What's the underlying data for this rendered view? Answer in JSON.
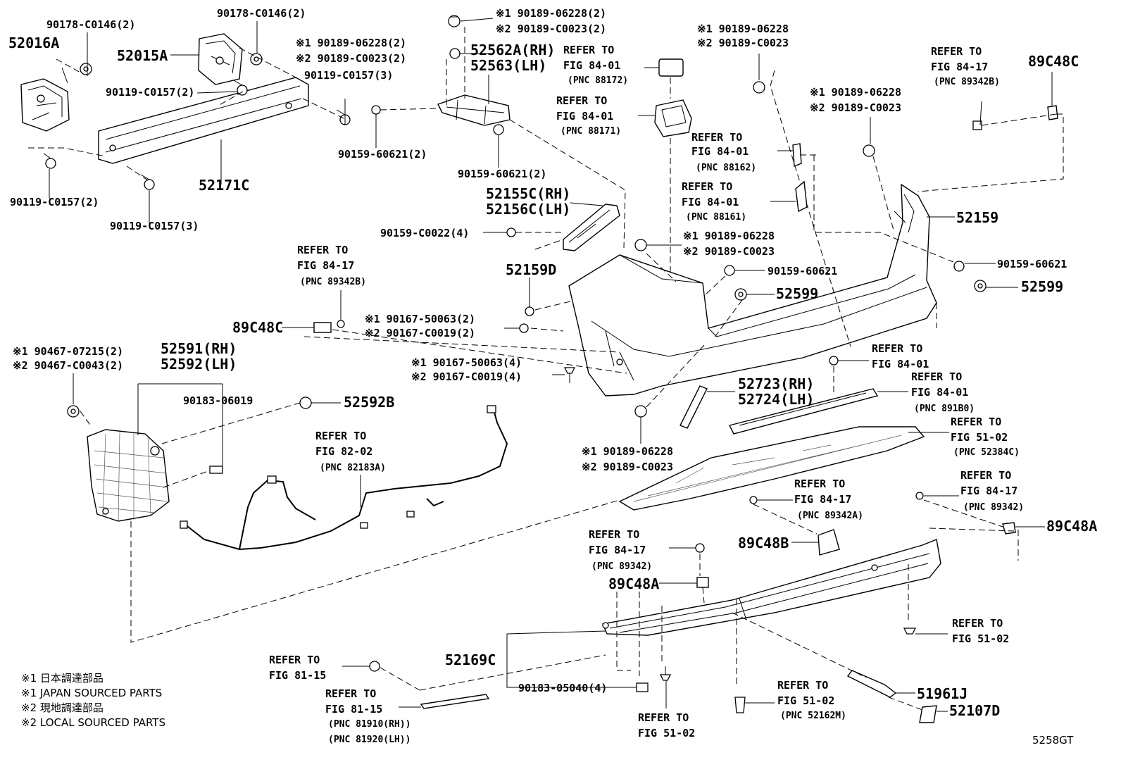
{
  "diagram": {
    "id_code": "5258GT",
    "notes": [
      "※1 日本調達部品",
      "※1 JAPAN SOURCED PARTS",
      "※2 現地調達部品",
      "※2 LOCAL SOURCED PARTS"
    ],
    "labels": {
      "p52016A": "52016A",
      "p52015A": "52015A",
      "p52171C": "52171C",
      "c90178_1": "90178-C0146(2)",
      "c90178_2": "90178-C0146(2)",
      "c90119_a": "90119-C0157(2)",
      "c90119_b": "90119-C0157(3)",
      "c90119_c": "90119-C0157(2)",
      "c90119_d": "90119-C0157(3)",
      "n1_clip_a": "※1 90189-06228(2)",
      "n2_clip_a": "※2 90189-C0023(2)",
      "n1_clip_b": "※1 90189-06228(2)",
      "n2_clip_b": "※2 90189-C0023(2)",
      "p52562A": "52562A(RH)",
      "p52563": "52563(LH)",
      "c90159_a": "90159-60621(2)",
      "c90159_b": "90159-60621(2)",
      "ref_88172_a": "REFER TO",
      "ref_88172_b": "FIG 84-01",
      "ref_88172_c": "(PNC 88172)",
      "ref_88171_a": "REFER TO",
      "ref_88171_b": "FIG 84-01",
      "ref_88171_c": "(PNC 88171)",
      "n1_clip_c": "※1 90189-06228",
      "n2_clip_c": "※2 90189-C0023",
      "ref_89342B_r_a": "REFER TO",
      "ref_89342B_r_b": "FIG 84-17",
      "ref_89342B_r_c": "(PNC 89342B)",
      "p89C48C_r": "89C48C",
      "n1_clip_d": "※1 90189-06228",
      "n2_clip_d": "※2 90189-C0023",
      "ref_88162_a": "REFER TO",
      "ref_88162_b": "FIG 84-01",
      "ref_88162_c": "(PNC 88162)",
      "ref_88161_a": "REFER TO",
      "ref_88161_b": "FIG 84-01",
      "ref_88161_c": "(PNC 88161)",
      "p52155C": "52155C(RH)",
      "p52156C": "52156C(LH)",
      "c90159_C0022": "90159-C0022(4)",
      "n1_clip_e": "※1 90189-06228",
      "n2_clip_e": "※2 90189-C0023",
      "p52159": "52159",
      "c90159_60621_a": "90159-60621",
      "c90159_60621_b": "90159-60621",
      "p52599_a": "52599",
      "p52599_b": "52599",
      "p52159D": "52159D",
      "ref_89342B_l_a": "REFER TO",
      "ref_89342B_l_b": "FIG 84-17",
      "ref_89342B_l_c": "(PNC 89342B)",
      "p89C48C_l": "89C48C",
      "n1_90167_a": "※1 90167-50063(2)",
      "n2_90167_a": "※2 90167-C0019(2)",
      "n1_90167_b": "※1 90167-50063(4)",
      "n2_90167_b": "※2 90167-C0019(4)",
      "ref_8401_a": "REFER TO",
      "ref_8401_b": "FIG 84-01",
      "n1_90467": "※1 90467-07215(2)",
      "n2_90467": "※2 90467-C0043(2)",
      "p52591": "52591(RH)",
      "p52592": "52592(LH)",
      "c90183_06019": "90183-06019",
      "p52592B": "52592B",
      "p52723": "52723(RH)",
      "p52724": "52724(LH)",
      "ref_891B0_a": "REFER TO",
      "ref_891B0_b": "FIG 84-01",
      "ref_891B0_c": "(PNC 891B0)",
      "ref_52384C_a": "REFER TO",
      "ref_52384C_b": "FIG 51-02",
      "ref_52384C_c": "(PNC 52384C)",
      "ref_82183A_a": "REFER TO",
      "ref_82183A_b": "FIG 82-02",
      "ref_82183A_c": "(PNC 82183A)",
      "n1_clip_f": "※1 90189-06228",
      "n2_clip_f": "※2 90189-C0023",
      "ref_89342A_a": "REFER TO",
      "ref_89342A_b": "FIG 84-17",
      "ref_89342A_c": "(PNC 89342A)",
      "ref_89342_r_a": "REFER TO",
      "ref_89342_r_b": "FIG 84-17",
      "ref_89342_r_c": "(PNC 89342)",
      "p89C48A_r": "89C48A",
      "ref_89342_m_a": "REFER TO",
      "ref_89342_m_b": "FIG 84-17",
      "ref_89342_m_c": "(PNC 89342)",
      "p89C48B": "89C48B",
      "p89C48A_m": "89C48A",
      "ref_5102_r_a": "REFER TO",
      "ref_5102_r_b": "FIG 51-02",
      "p52169C": "52169C",
      "ref_8115_a": "REFER TO",
      "ref_8115_b": "FIG 81-15",
      "ref_8115_2_a": "REFER TO",
      "ref_8115_2_b": "FIG 81-15",
      "ref_8115_2_c": "(PNC 81910(RH))",
      "ref_8115_2_d": "(PNC 81920(LH))",
      "c90183_05040": "90183-05040(4)",
      "ref_5102_b_a": "REFER TO",
      "ref_5102_b_b": "FIG 51-02",
      "ref_52162M_a": "REFER TO",
      "ref_52162M_b": "FIG 51-02",
      "ref_52162M_c": "(PNC 52162M)",
      "p51961J": "51961J",
      "p52107D": "52107D"
    }
  }
}
